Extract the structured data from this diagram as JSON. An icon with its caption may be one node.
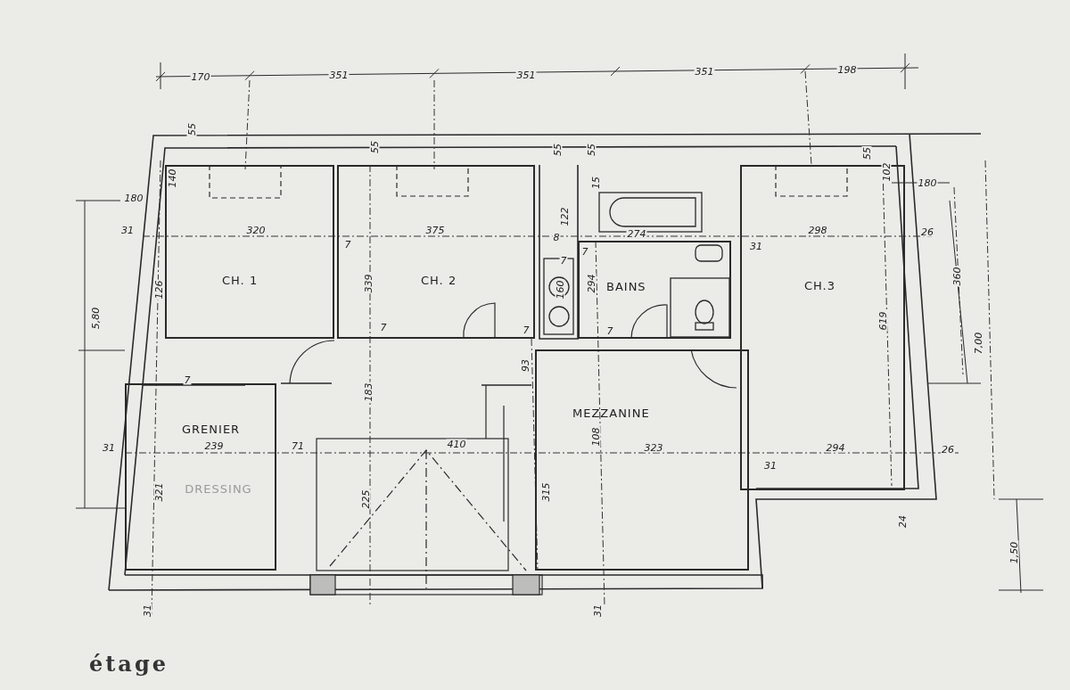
{
  "diagram": {
    "title": "étage",
    "nodes": [
      {
        "text": [
          "CH. 1"
        ]
      },
      {
        "text": [
          "CH. 2"
        ]
      },
      {
        "text": [
          "BAINS"
        ]
      },
      {
        "text": [
          "CH.3"
        ]
      },
      {
        "text": [
          "GRENIER"
        ]
      },
      {
        "text": [
          "MEZZANINE"
        ]
      }
    ],
    "labels": [
      "170",
      "351",
      "351",
      "351",
      "198",
      "55",
      "55",
      "55",
      "55",
      "55",
      "140",
      "180",
      "15",
      "122",
      "8",
      "102",
      "180",
      "31",
      "320",
      "7",
      "375",
      "274",
      "7",
      "31",
      "298",
      "26",
      "126",
      "339",
      "160",
      "7",
      "294",
      "5,80",
      "360",
      "7,00",
      "619",
      "7",
      "7",
      "7",
      "93",
      "183",
      "7",
      "31",
      "239",
      "71",
      "410",
      "323",
      "31",
      "294",
      "26",
      "DRESSING",
      "321",
      "225",
      "315",
      "108",
      "24",
      "1,50",
      "31",
      "31"
    ]
  }
}
